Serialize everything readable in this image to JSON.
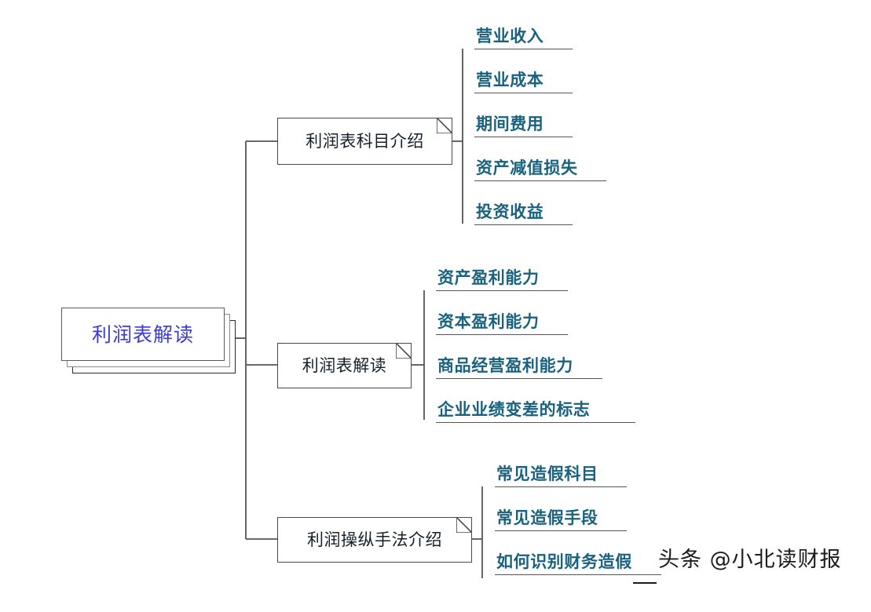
{
  "diagram": {
    "type": "mindmap",
    "title": "利润表解读",
    "root": {
      "label": "利润表解读",
      "color": "#3b3bcc"
    },
    "branches": [
      {
        "label": "利润表科目介绍",
        "children": [
          {
            "label": "营业收入"
          },
          {
            "label": "营业成本"
          },
          {
            "label": "期间费用"
          },
          {
            "label": "资产减值损失"
          },
          {
            "label": "投资收益"
          }
        ]
      },
      {
        "label": "利润表解读",
        "children": [
          {
            "label": "资产盈利能力"
          },
          {
            "label": "资本盈利能力"
          },
          {
            "label": "商品经营盈利能力"
          },
          {
            "label": "企业业绩变差的标志"
          }
        ]
      },
      {
        "label": "利润操纵手法介绍",
        "children": [
          {
            "label": "常见造假科目"
          },
          {
            "label": "常见造假手段"
          },
          {
            "label": "如何识别财务造假"
          }
        ]
      }
    ]
  },
  "watermark": {
    "text": "头条 @小北读财报"
  },
  "colors": {
    "root_text": "#3b3bcc",
    "branch_text": "#15202b",
    "leaf_text": "#19627f",
    "line": "#555555",
    "background": "#ffffff"
  }
}
